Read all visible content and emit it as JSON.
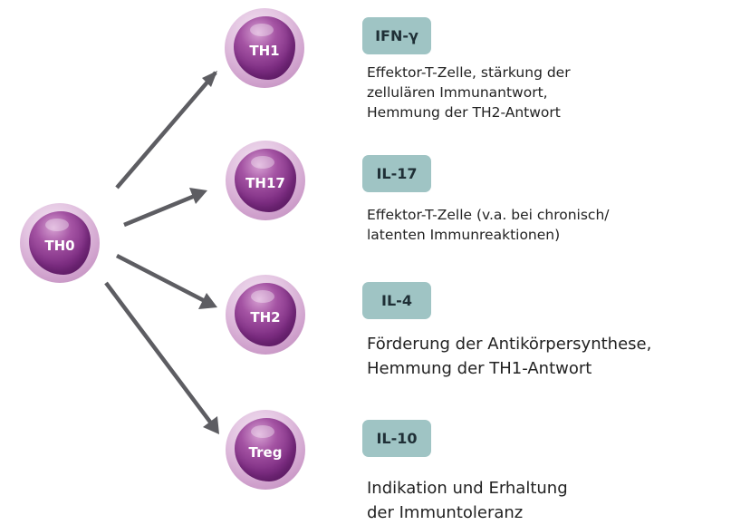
{
  "cells": {
    "th0": "TH0",
    "th1": "TH1",
    "th17": "TH17",
    "th2": "TH2",
    "treg": "Treg"
  },
  "cytokines": {
    "th1": "IFN-γ",
    "th17": "IL-17",
    "th2": "IL-4",
    "treg": "IL-10"
  },
  "descriptions": {
    "th1": "Effektor-T-Zelle, stärkung der\nzellulären Immunantwort,\nHemmung der TH2-Antwort",
    "th17": "Effektor-T-Zelle (v.a. bei chronisch/\nlatenten Immunreaktionen)",
    "th2": "Förderung der Antikörpersynthese,\nHemmung der TH1-Antwort",
    "treg": "Indikation und Erhaltung\nder Immuntoleranz"
  },
  "colors": {
    "arrow": "#5d5d62",
    "badge": "#9fc4c4",
    "cell_purple": "#7f2f84"
  }
}
